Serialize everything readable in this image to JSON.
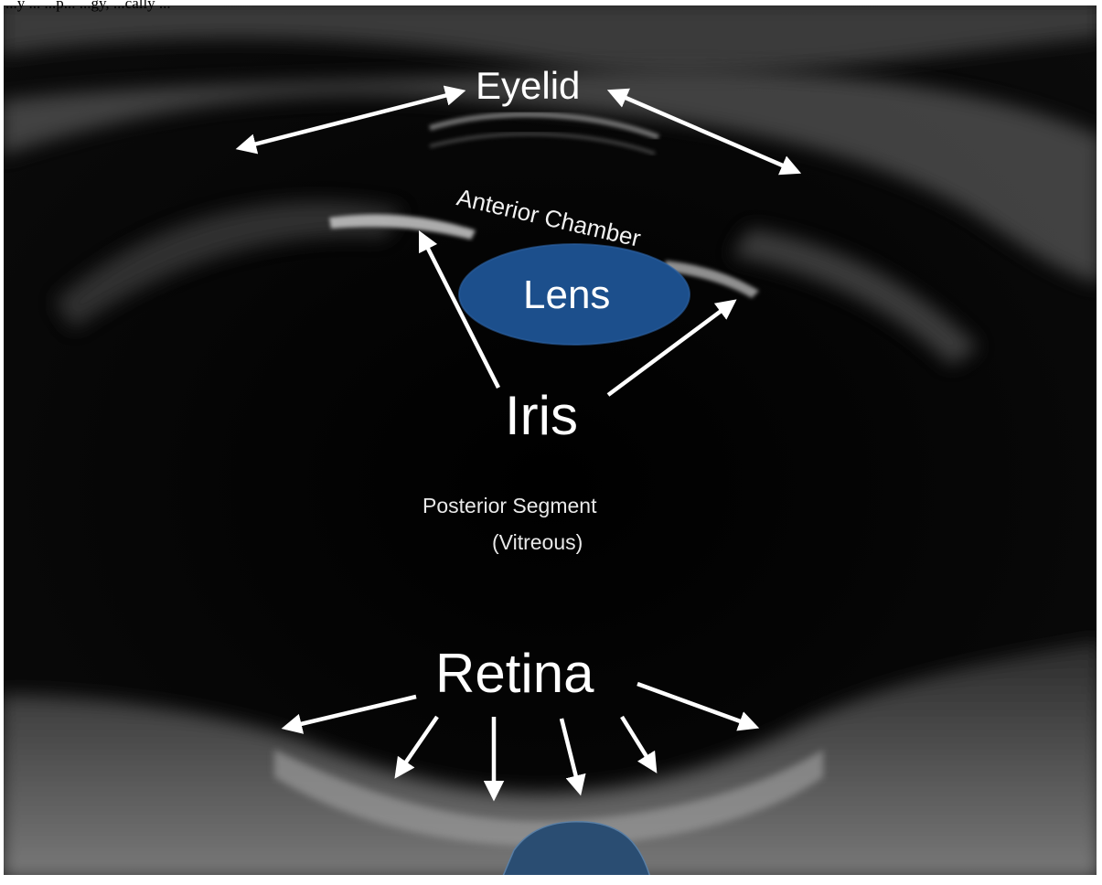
{
  "caption": "...y ... ...p... ...gy, ...cally ...",
  "labels": {
    "eyelid": "Eyelid",
    "anterior_chamber": "Anterior Chamber",
    "lens": "Lens",
    "iris": "Iris",
    "posterior_segment": "Posterior Segment",
    "vitreous": "(Vitreous)",
    "retina": "Retina"
  },
  "colors": {
    "lens_fill": "#1c4f8c",
    "optic_nerve_fill": "#2a4d72",
    "arrow": "#ffffff",
    "background": "#030303"
  }
}
